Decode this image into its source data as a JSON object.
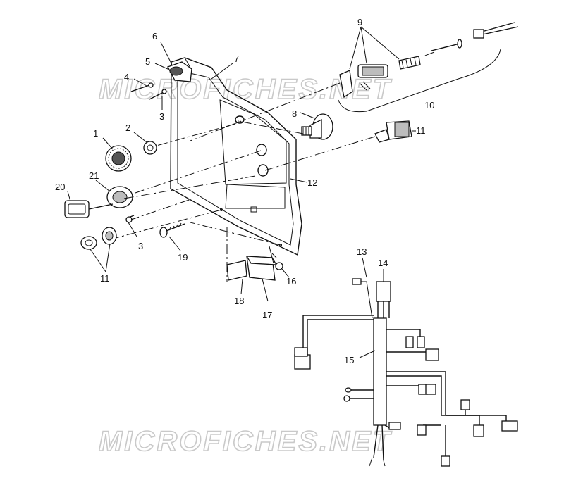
{
  "watermarks": [
    "MICROFICHES.NET",
    "MICROFICHES.NET"
  ],
  "callouts": [
    {
      "id": "c1",
      "label": "1"
    },
    {
      "id": "c2",
      "label": "2"
    },
    {
      "id": "c3a",
      "label": "3"
    },
    {
      "id": "c3b",
      "label": "3"
    },
    {
      "id": "c4",
      "label": "4"
    },
    {
      "id": "c5",
      "label": "5"
    },
    {
      "id": "c6",
      "label": "6"
    },
    {
      "id": "c7",
      "label": "7"
    },
    {
      "id": "c8",
      "label": "8"
    },
    {
      "id": "c9",
      "label": "9"
    },
    {
      "id": "c10",
      "label": "10"
    },
    {
      "id": "c11a",
      "label": "11"
    },
    {
      "id": "c11b",
      "label": "11"
    },
    {
      "id": "c12",
      "label": "12"
    },
    {
      "id": "c13",
      "label": "13"
    },
    {
      "id": "c14",
      "label": "14"
    },
    {
      "id": "c15",
      "label": "15"
    },
    {
      "id": "c16",
      "label": "16"
    },
    {
      "id": "c17",
      "label": "17"
    },
    {
      "id": "c18",
      "label": "18"
    },
    {
      "id": "c19",
      "label": "19"
    },
    {
      "id": "c20",
      "label": "20"
    },
    {
      "id": "c21",
      "label": "21"
    }
  ]
}
